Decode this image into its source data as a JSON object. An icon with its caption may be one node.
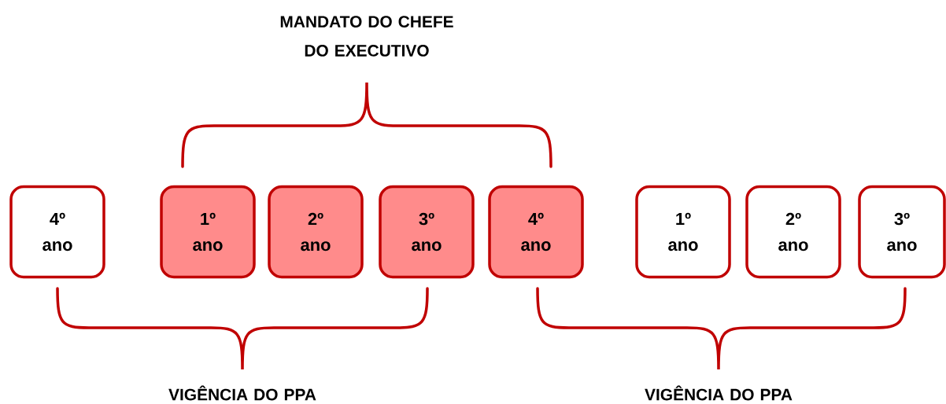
{
  "diagram": {
    "nodes": [
      {
        "text": [
          "4º ano"
        ]
      },
      {
        "text": [
          "1º ano"
        ]
      },
      {
        "text": [
          "2º ano"
        ]
      },
      {
        "text": [
          "3º ano"
        ]
      },
      {
        "text": [
          "4º ano"
        ]
      },
      {
        "text": [
          "1º ano"
        ]
      },
      {
        "text": [
          "2º ano"
        ]
      },
      {
        "text": [
          "3º ano"
        ]
      }
    ],
    "labels": [
      "MANDATO DO CHEFE DO EXECUTIVO",
      "VIGÊNCIA DO PPA",
      "VIGÊNCIA DO PPA"
    ]
  }
}
